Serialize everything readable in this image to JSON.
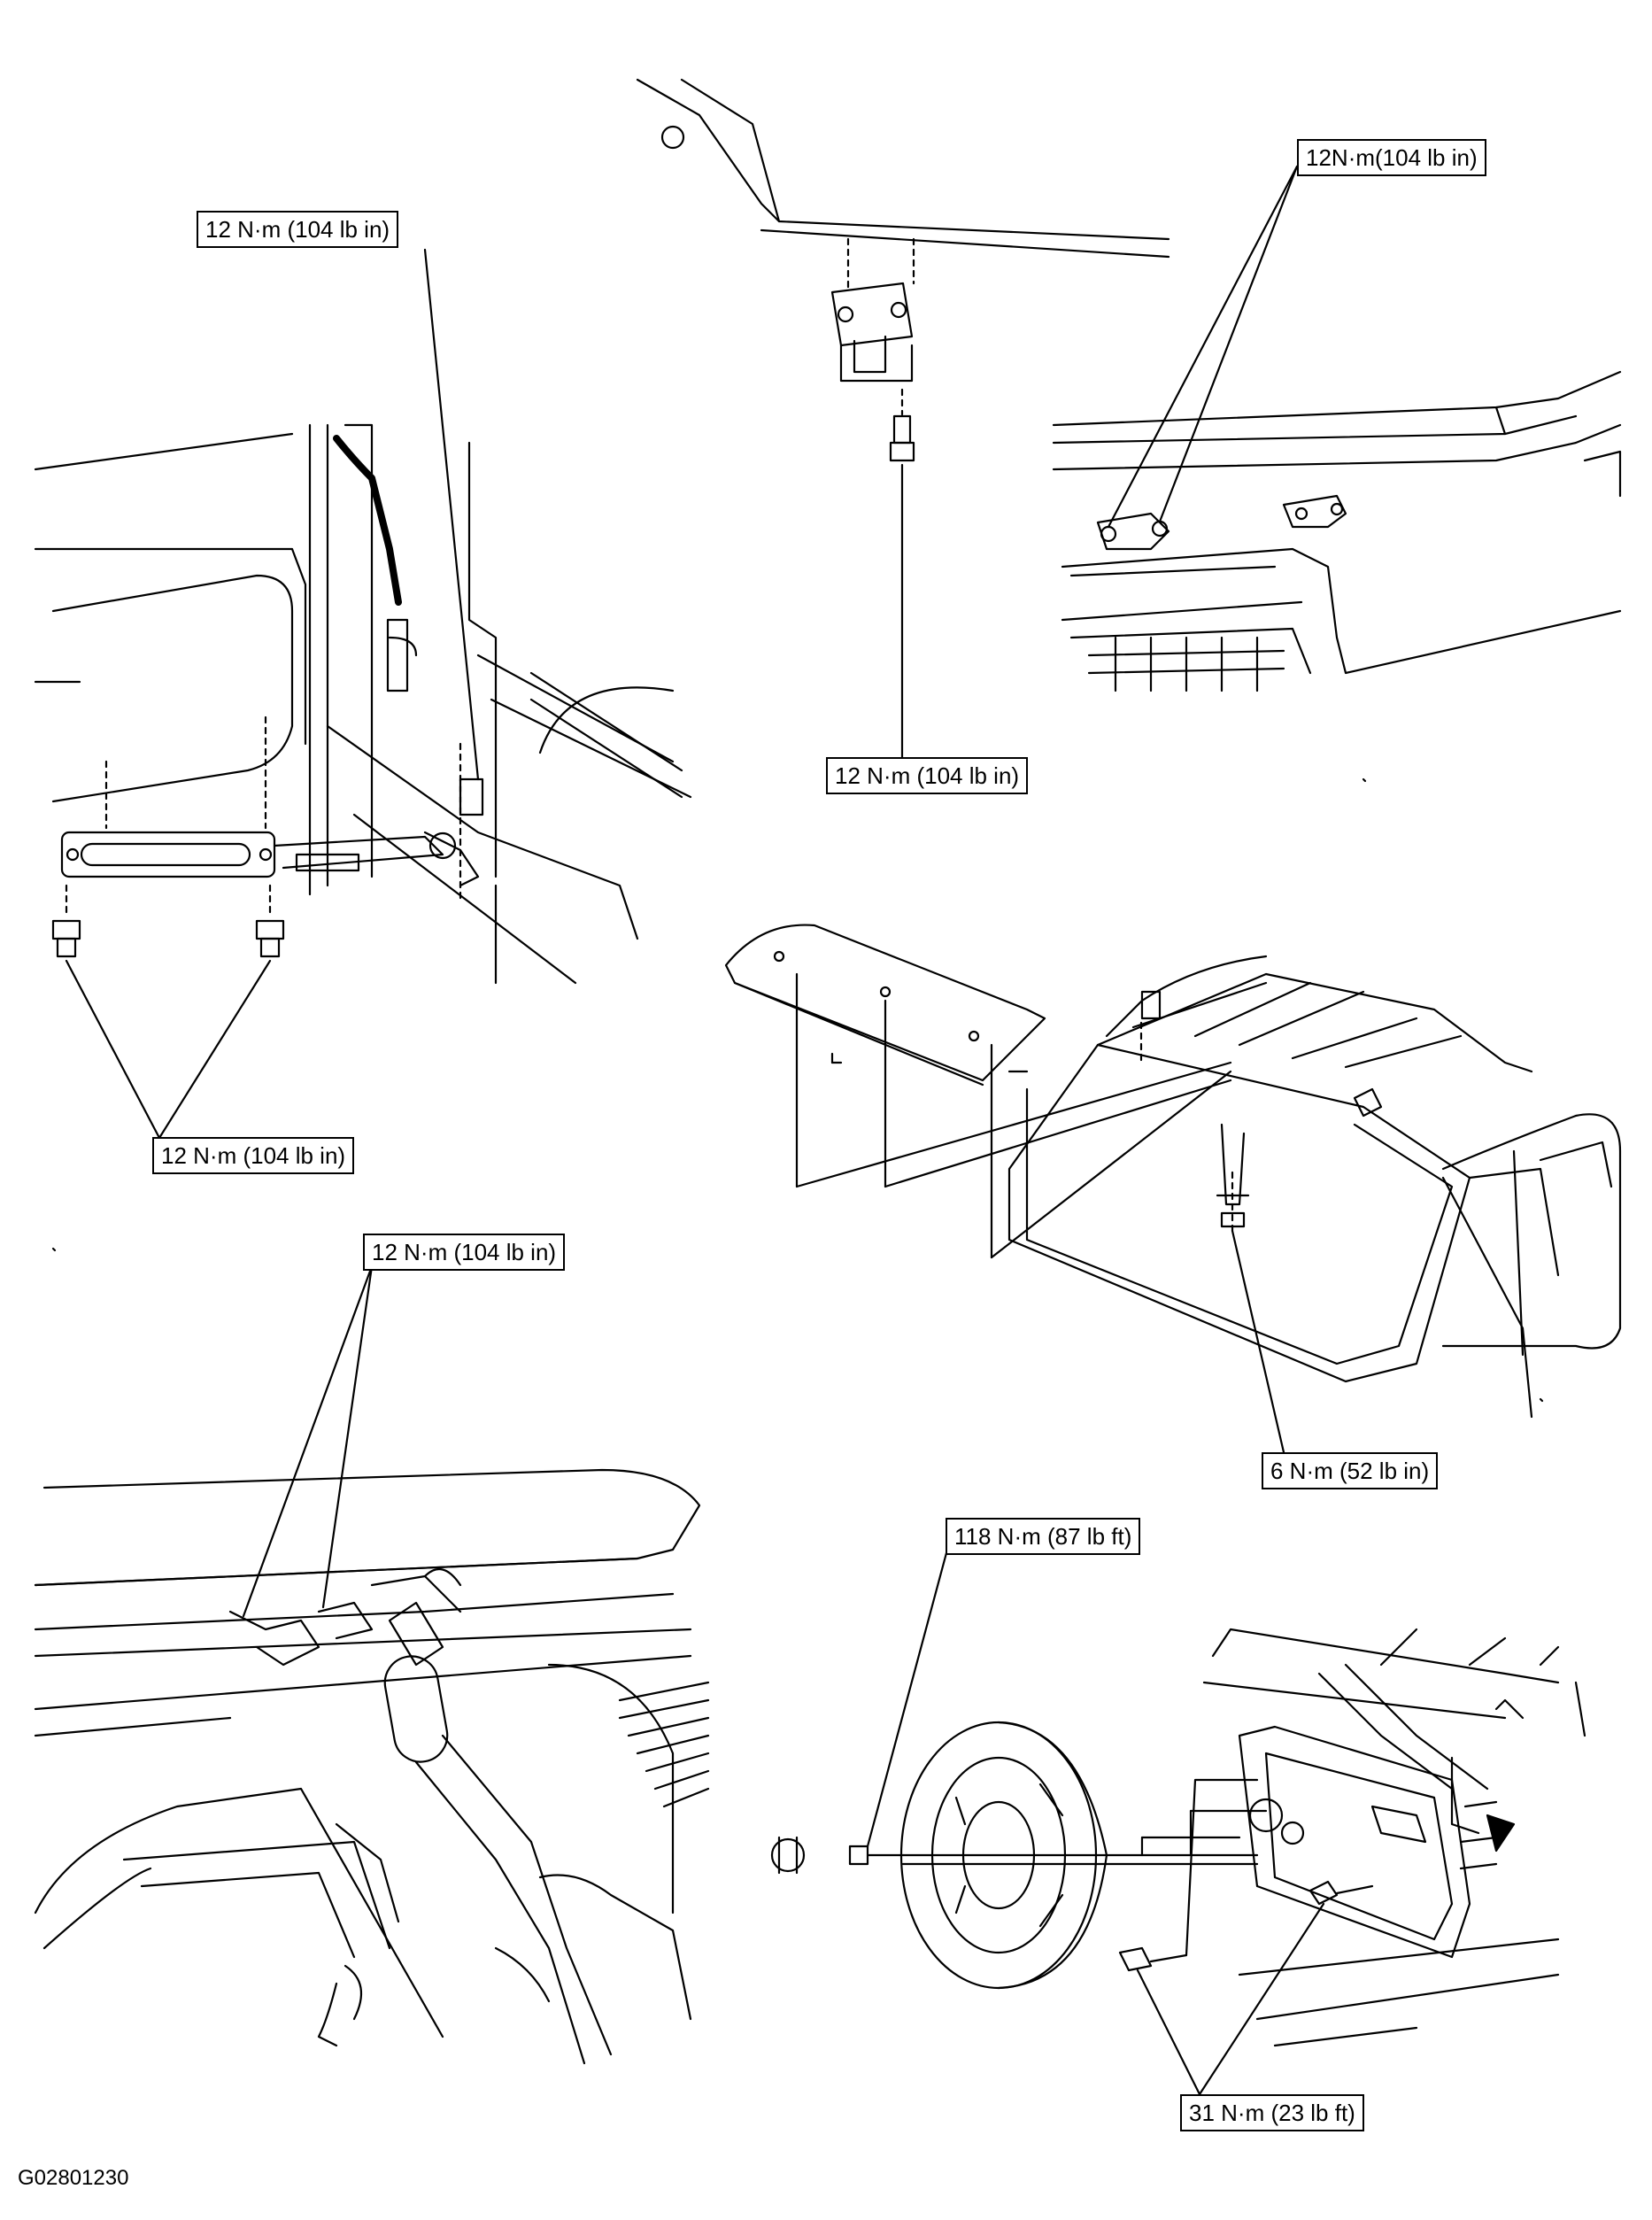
{
  "labels": {
    "door_check_upper": "12 N·m (104 lb in)",
    "door_check_lower": "12 N·m (104 lb in)",
    "bumper_stop": "12 N·m (104 lb in)",
    "striker": "12N·m(104 lb in)",
    "lamp": "6 N·m (52 lb in)",
    "liftgate_hinge": "12 N·m (104 lb in)",
    "wheel_nut": "118 N·m (87 lb ft)",
    "carrier_bolts": "31 N·m (23 lb ft)"
  },
  "figure_code": "G02801230"
}
